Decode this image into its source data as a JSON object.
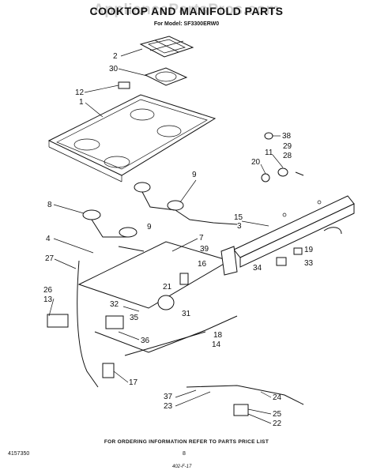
{
  "header": {
    "watermark": "AppliancePartsPros.com",
    "title": "COOKTOP AND MANIFOLD PARTS",
    "subtitle": "For Model: SF3300ERW0"
  },
  "callouts": [
    "2",
    "30",
    "12",
    "1",
    "38",
    "29",
    "28",
    "11",
    "20",
    "9",
    "8",
    "15",
    "3",
    "4",
    "9",
    "7",
    "27",
    "39",
    "19",
    "16",
    "34",
    "33",
    "21",
    "26",
    "13",
    "32",
    "35",
    "31",
    "18",
    "14",
    "36",
    "17",
    "24",
    "37",
    "23",
    "25",
    "22"
  ],
  "footer": {
    "order_note": "FOR ORDERING INFORMATION REFER TO PARTS PRICE LIST",
    "doc_number": "4157350",
    "page": "8",
    "hand_note": "402-F-17"
  }
}
